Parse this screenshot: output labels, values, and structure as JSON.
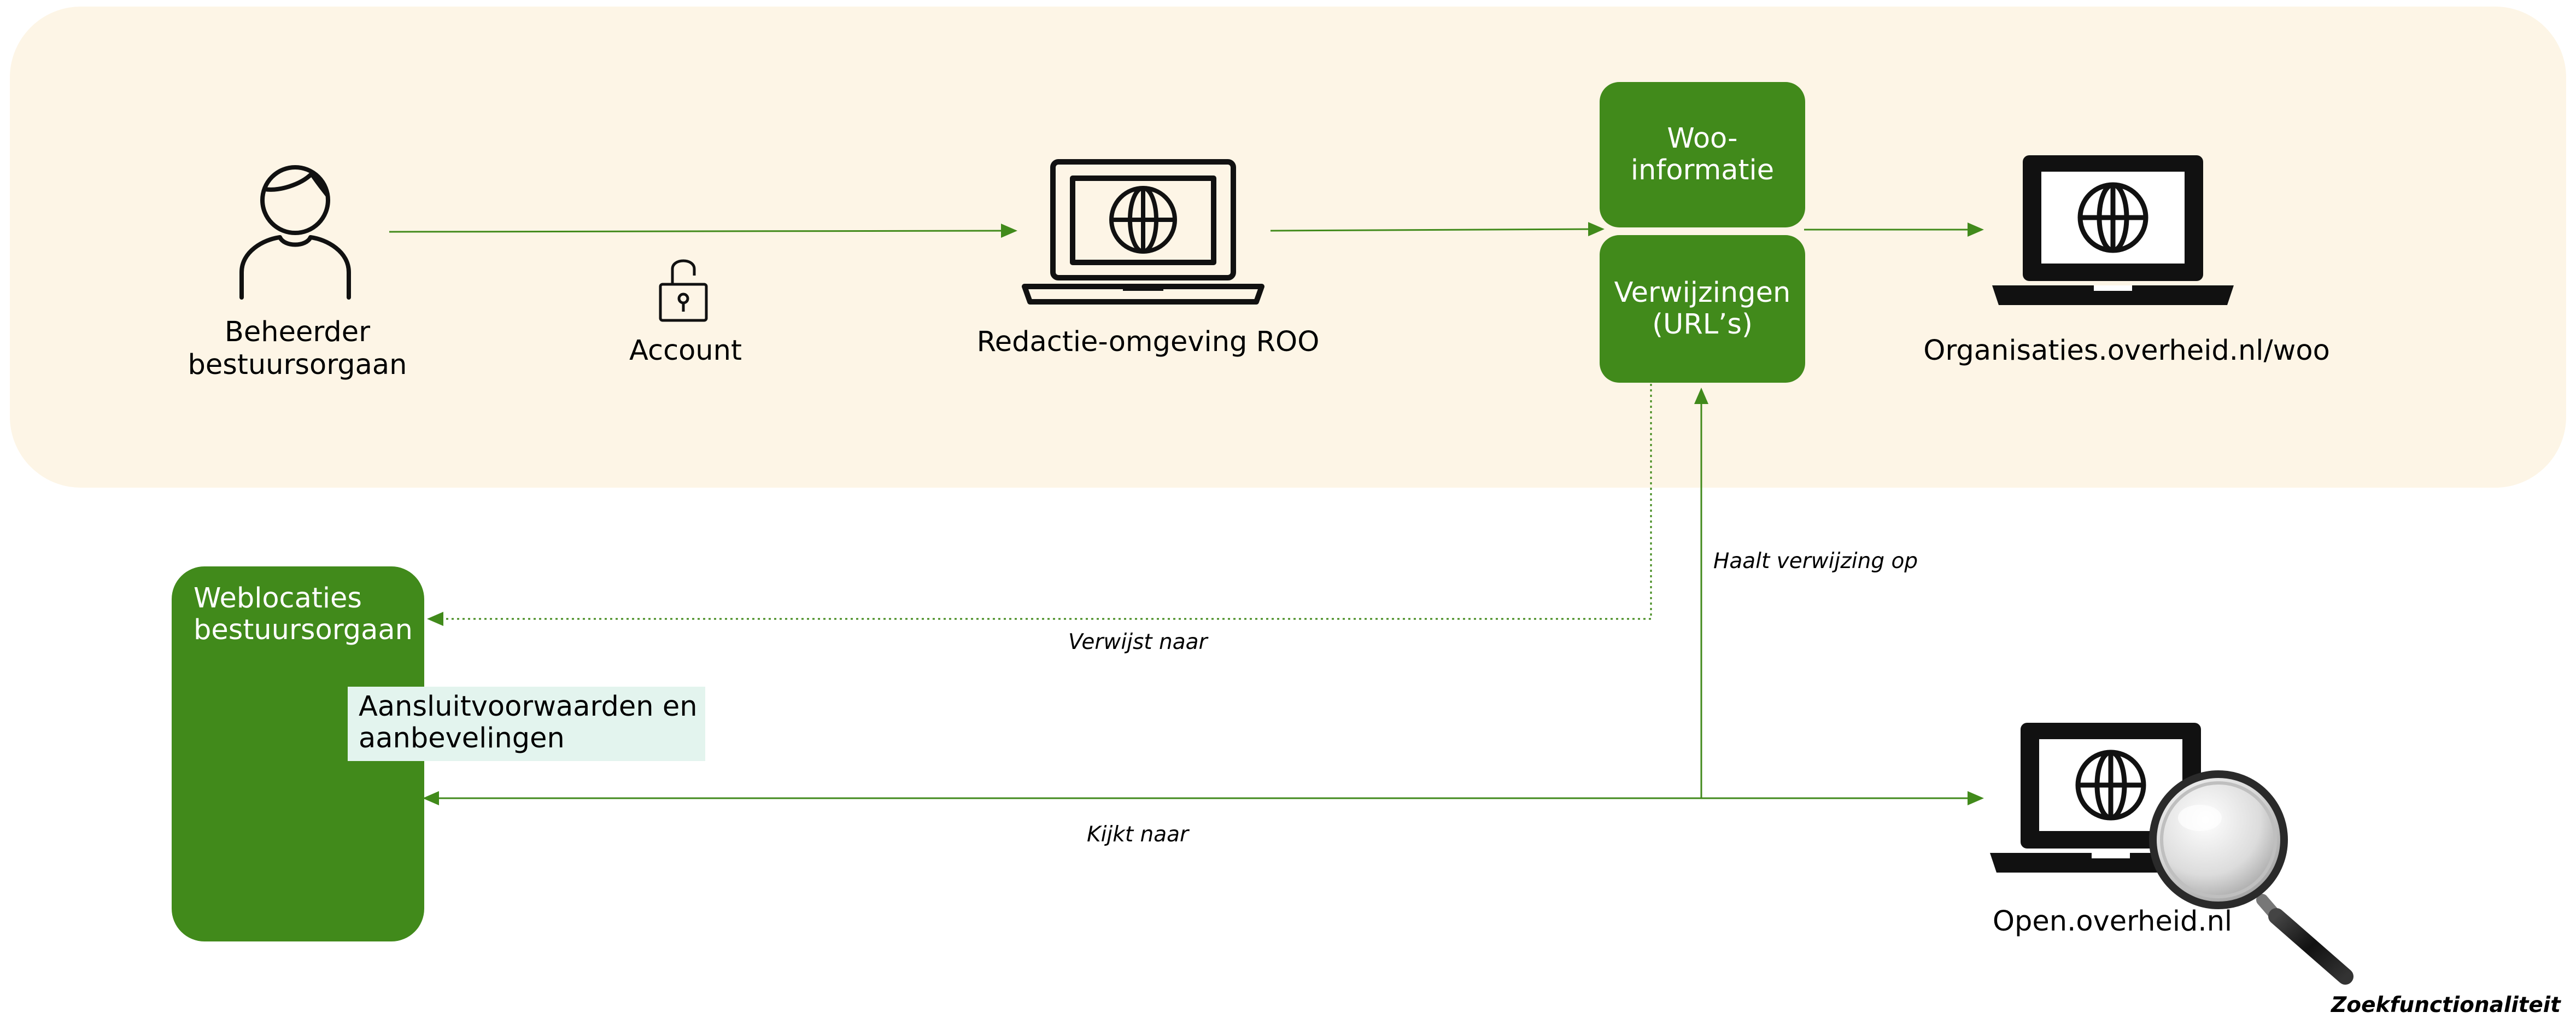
{
  "diagram": {
    "actor": {
      "label_line1": "Beheerder",
      "label_line2": "bestuursorgaan"
    },
    "account": {
      "label": "Account"
    },
    "editor": {
      "label": "Redactie-omgeving ROO"
    },
    "woo_box": {
      "line1": "Woo-",
      "line2": "informatie"
    },
    "refs_box": {
      "line1": "Verwijzingen",
      "line2": "(URL’s)"
    },
    "organisaties": {
      "label": "Organisaties.overheid.nl/woo"
    },
    "weblocaties": {
      "line1": "Weblocaties",
      "line2": "bestuursorgaan"
    },
    "aansluit": {
      "line1": "Aansluitvoorwaarden en",
      "line2": "aanbevelingen"
    },
    "open": {
      "label": "Open.overheid.nl"
    },
    "zoek": {
      "label": "Zoekfunctionaliteit"
    },
    "edges": {
      "verwijst": "Verwijst naar",
      "haalt": "Haalt verwijzing op",
      "kijkt": "Kijkt naar"
    },
    "colors": {
      "green": "#418a1b",
      "band": "#fdf5e6",
      "note": "#e3f4ee"
    },
    "icons": [
      "person-icon",
      "unlocked-padlock-icon",
      "laptop-globe-icon",
      "magnifier-icon"
    ]
  }
}
